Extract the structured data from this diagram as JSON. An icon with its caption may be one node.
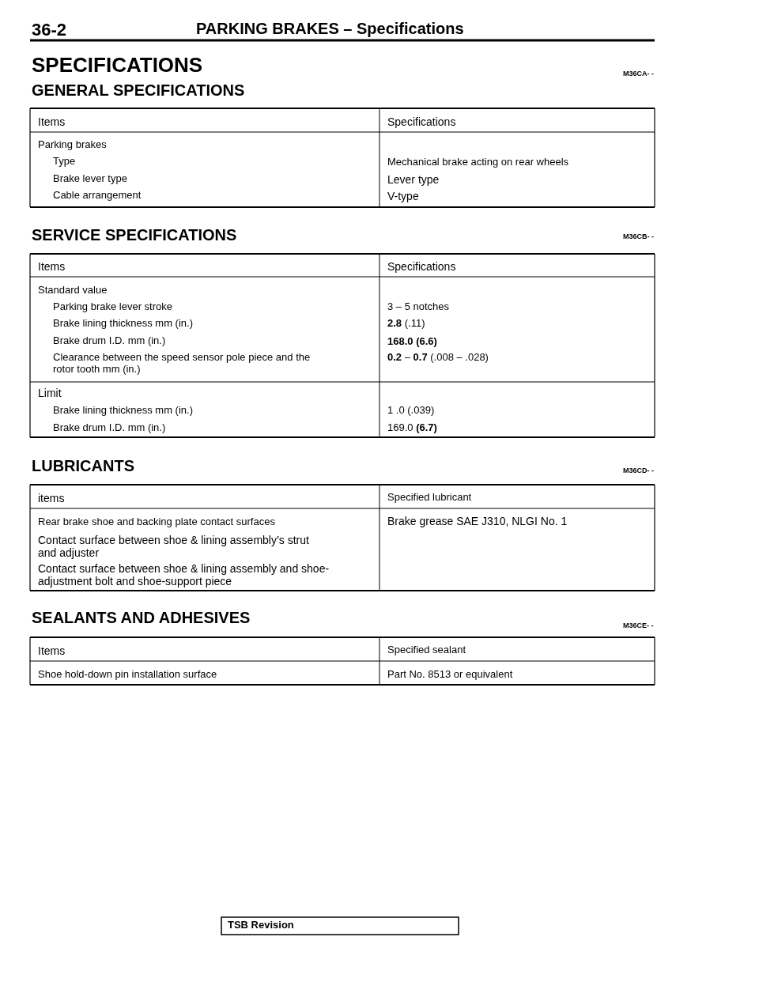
{
  "diagram": {
    "title": "PARKING BRAKES – Specifications",
    "labels": [
      "36-2",
      "SPECIFICATIONS",
      "M36CA- -",
      "GENERAL SPECIFICATIONS",
      "Items",
      "Specifications",
      "Parking brakes",
      "Type",
      "Mechanical brake acting on rear wheels",
      "Brake lever type",
      "Lever type",
      "Cable arrangement",
      "V-type",
      "SERVICE SPECIFICATIONS",
      "M36CB- -",
      "Items",
      "Specifications",
      "Standard value",
      "Parking brake lever stroke",
      "3 – 5 notches",
      "Brake lining thickness mm (in.)",
      "**2.8** (.11)",
      "Brake drum I.D. mm (in.)",
      "168.0 (6.6)",
      "Clearance between the speed sensor pole piece and the rotor tooth mm (in.)",
      "**0.2** – **0.7** (.008 – .028)",
      "Limit",
      "Brake lining thickness mm (in.)",
      "1 .0 (.039)",
      "Brake drum I.D. mm (in.)",
      "169.0 **(6.7)**",
      "LUBRICANTS",
      "M36CD- -",
      "items",
      "Specified lubricant",
      "Rear brake shoe and backing plate contact surfaces",
      "Brake grease SAE J310, NLGI No. 1",
      "Contact surface between shoe & lining assembly’s strut and adjuster",
      "Contact surface between shoe & lining assembly and shoe-adjustment bolt and shoe-support piece",
      "SEALANTS AND ADHESIVES",
      "M36CE- -",
      "Items",
      "Specified sealant",
      "Shoe hold-down pin installation surface",
      "Part No. 8513 or equivalent",
      "TSB Revision"
    ]
  }
}
